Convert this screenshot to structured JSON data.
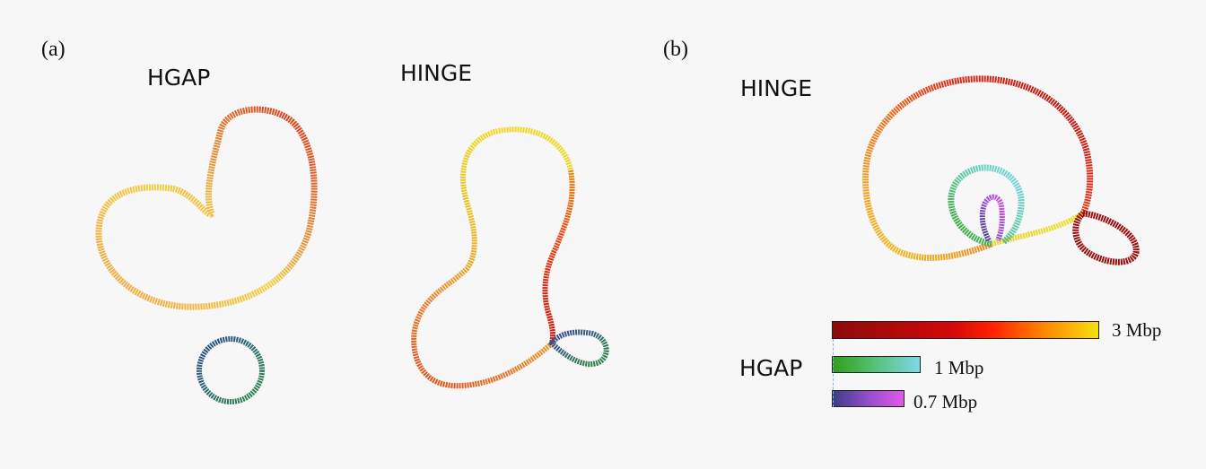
{
  "panels": {
    "a": {
      "label": "(a)",
      "left_title": "HGAP",
      "right_title": "HINGE"
    },
    "b": {
      "label": "(b)",
      "top_title": "HINGE",
      "bottom_title": "HGAP"
    }
  },
  "legend": [
    {
      "label": "3 Mbp",
      "colors": [
        "#8b0a0a",
        "#d40808",
        "#ff2200",
        "#ff8800",
        "#f4e010"
      ]
    },
    {
      "label": "1 Mbp",
      "colors": [
        "#2ea01a",
        "#57c27a",
        "#7ed7e8"
      ]
    },
    {
      "label": "0.7 Mbp",
      "colors": [
        "#3a3d88",
        "#9c4fd0",
        "#e05ae6"
      ]
    }
  ]
}
